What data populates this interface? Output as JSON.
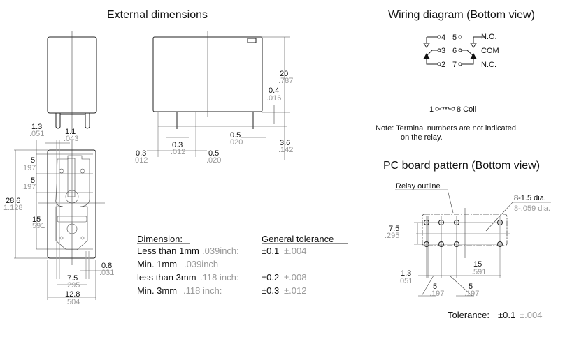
{
  "titles": {
    "external": "External dimensions",
    "wiring": "Wiring diagram (Bottom view)",
    "pcb": "PC board pattern (Bottom view)"
  },
  "side_dims": {
    "h20": "20",
    "h20_in": ".787",
    "h04": "0.4",
    "h04_in": ".016",
    "h36": "3.6",
    "h36_in": ".142",
    "w05a": "0.5",
    "w05a_in": ".020",
    "w03a": "0.3",
    "w03a_in": ".012",
    "w03b": "0.3",
    "w03b_in": ".012",
    "w05b": "0.5",
    "w05b_in": ".020"
  },
  "bottom_dims": {
    "d13": "1.3",
    "d13_in": ".051",
    "d11": "1.1",
    "d11_in": ".043",
    "d5a": "5",
    "d5a_in": ".197",
    "d5b": "5",
    "d5b_in": ".197",
    "d286": "28.6",
    "d286_in": "1.128",
    "d15": "15",
    "d15_in": ".591",
    "d08": "0.8",
    "d08_in": ".031",
    "d75": "7.5",
    "d75_in": ".295",
    "d128": "12.8",
    "d128_in": ".504"
  },
  "tolerance": {
    "header_dim": "Dimension:",
    "header_tol": "General tolerance",
    "rows": [
      {
        "label": "Less than 1mm",
        "inch": ".039inch:",
        "tol": "±0.1",
        "tol_in": "±.004"
      },
      {
        "label": "Min. 1mm",
        "inch": ".039inch",
        "tol": "",
        "tol_in": ""
      },
      {
        "label": "less than 3mm",
        "inch": ".118 inch:",
        "tol": "±0.2",
        "tol_in": "±.008"
      },
      {
        "label": "Min. 3mm",
        "inch": ".118 inch:",
        "tol": "±0.3",
        "tol_in": "±.012"
      }
    ]
  },
  "wiring": {
    "p4": "4",
    "p5": "5",
    "p3": "3",
    "p6": "6",
    "p2": "2",
    "p7": "7",
    "no": "N.O.",
    "com": "COM",
    "nc": "N.C.",
    "coil_1": "1",
    "coil_8": "8 Coil",
    "note_1": "Note: Terminal numbers are not indicated",
    "note_2": "on the relay."
  },
  "pcb": {
    "outline": "Relay outline",
    "hole": "8-1.5 dia.",
    "hole_in": "8-.059 dia.",
    "d75": "7.5",
    "d75_in": ".295",
    "d15": "15",
    "d15_in": ".591",
    "d13": "1.3",
    "d13_in": ".051",
    "d5a": "5",
    "d5a_in": ".197",
    "d5b": "5",
    "d5b_in": ".197",
    "tol_label": "Tolerance:",
    "tol": "±0.1",
    "tol_in": "±.004"
  }
}
